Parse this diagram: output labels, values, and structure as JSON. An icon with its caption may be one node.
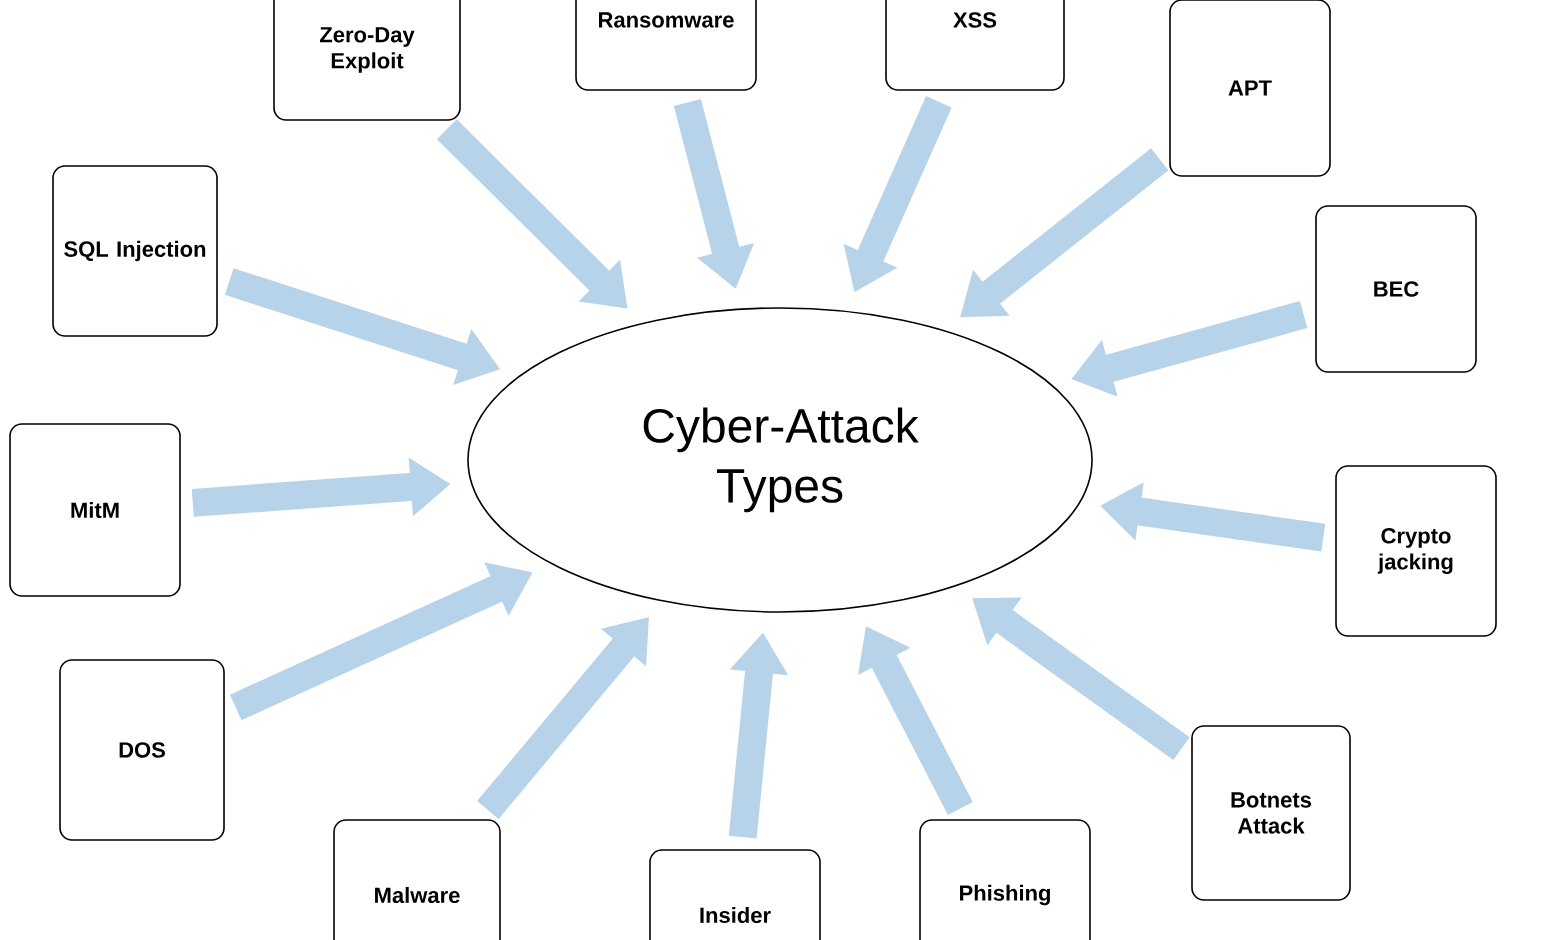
{
  "diagram": {
    "nodes": [
      {
        "text": [
          "Cyber-Attack Types"
        ]
      },
      {
        "text": [
          "Zero-Day Exploit"
        ]
      },
      {
        "text": [
          "Ransomware"
        ]
      },
      {
        "text": [
          "XSS"
        ]
      },
      {
        "text": [
          "APT"
        ]
      },
      {
        "text": [
          "SQL Injection"
        ]
      },
      {
        "text": [
          "BEC"
        ]
      },
      {
        "text": [
          "MitM"
        ]
      },
      {
        "text": [
          "Crypto jacking"
        ]
      },
      {
        "text": [
          "DOS"
        ]
      },
      {
        "text": [
          "Botnets Attack"
        ]
      },
      {
        "text": [
          "Malware"
        ]
      },
      {
        "text": [
          "Insider"
        ]
      },
      {
        "text": [
          "Phishing"
        ]
      }
    ],
    "edges": [
      {
        "from": 1,
        "to": 0,
        "arrow": "to"
      },
      {
        "from": 2,
        "to": 0,
        "arrow": "to"
      },
      {
        "from": 3,
        "to": 0,
        "arrow": "to"
      },
      {
        "from": 4,
        "to": 0,
        "arrow": "to"
      },
      {
        "from": 5,
        "to": 0,
        "arrow": "to"
      },
      {
        "from": 6,
        "to": 0,
        "arrow": "to"
      },
      {
        "from": 7,
        "to": 0,
        "arrow": "to"
      },
      {
        "from": 8,
        "to": 0,
        "arrow": "to"
      },
      {
        "from": 9,
        "to": 0,
        "arrow": "to"
      },
      {
        "from": 10,
        "to": 0,
        "arrow": "to"
      },
      {
        "from": 11,
        "to": 0,
        "arrow": "to"
      },
      {
        "from": 12,
        "to": 0,
        "arrow": "to"
      },
      {
        "from": 13,
        "to": 0,
        "arrow": "to"
      }
    ]
  }
}
